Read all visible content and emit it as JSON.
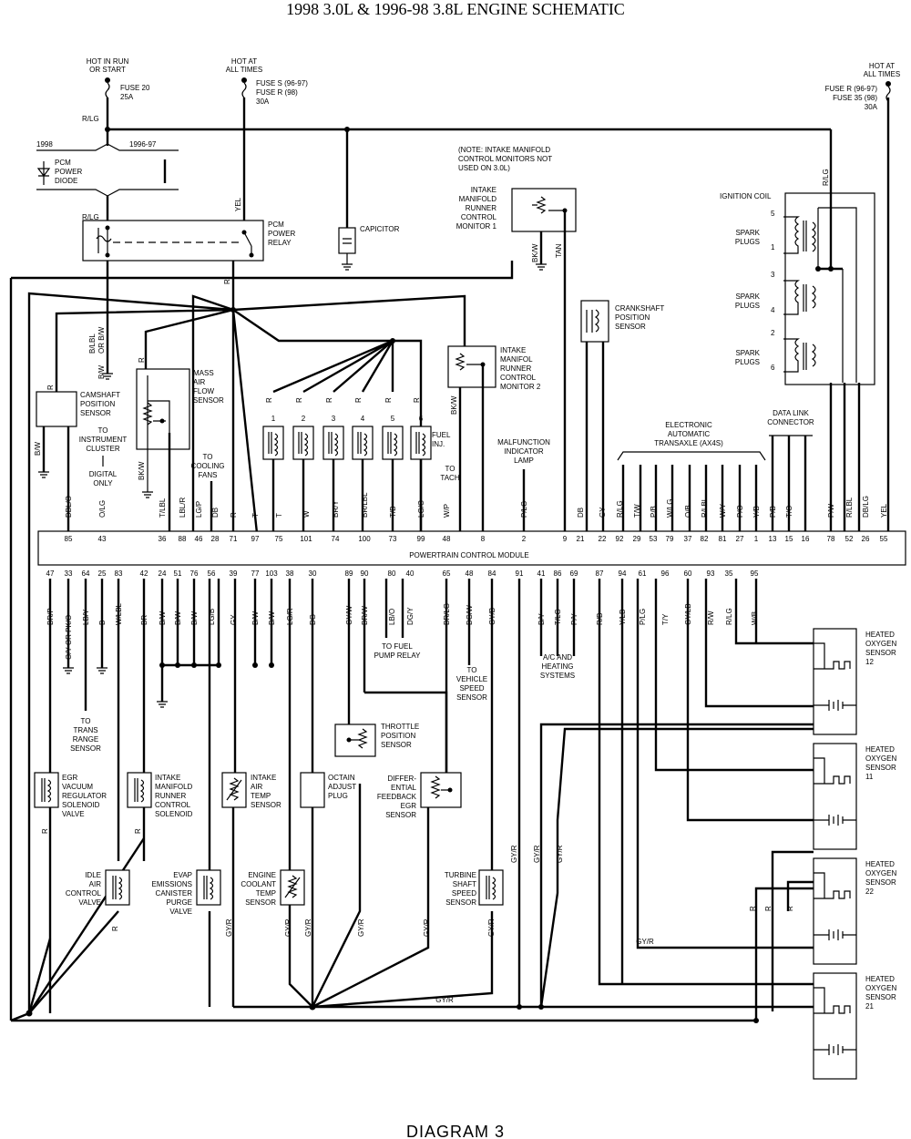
{
  "title": "1998 3.0L & 1996-98 3.8L  ENGINE SCHEMATIC",
  "footer": "DIAGRAM 3",
  "pcm_label": "POWERTRAIN CONTROL MODULE",
  "power": {
    "hot_run_start": [
      "HOT IN RUN",
      "OR START"
    ],
    "fuse20": [
      "FUSE 20",
      "25A"
    ],
    "hot_all_times_1": [
      "HOT AT",
      "ALL TIMES"
    ],
    "fuse_s": [
      "FUSE S (96-97)",
      "FUSE R (98)",
      "30A"
    ],
    "hot_all_times_2": [
      "HOT AT",
      "ALL TIMES"
    ],
    "fuse_r": [
      "FUSE R (96-97)",
      "FUSE 35 (98)",
      "30A"
    ],
    "rlg": "R/LG",
    "y1998": "1998",
    "y9697": "1996-97"
  },
  "top_components": {
    "pcm_diode": [
      "PCM",
      "POWER",
      "DIODE"
    ],
    "pcm_relay": [
      "PCM",
      "POWER",
      "RELAY"
    ],
    "capicitor": "CAPICITOR",
    "note": [
      "(NOTE: INTAKE MANIFOLD",
      "CONTROL MONITORS NOT",
      "USED ON 3.0L)"
    ],
    "imrc1": [
      "INTAKE",
      "MANIFOLD",
      "RUNNER",
      "CONTROL",
      "MONITOR 1"
    ],
    "ignition_coil": "IGNITION COIL",
    "spark_plugs": [
      "SPARK",
      "PLUGS"
    ],
    "cyl_numbers": [
      "5",
      "1",
      "3",
      "4",
      "2",
      "6"
    ],
    "yel": "YEL",
    "r": "R",
    "bkw": "BK/W",
    "tan": "TAN",
    "rlg_v": "R/LG"
  },
  "mid_components": {
    "camshaft": [
      "CAMSHAFT",
      "POSITION",
      "SENSOR"
    ],
    "cluster": [
      "TO",
      "INSTRUMENT",
      "CLUSTER"
    ],
    "digital": [
      "DIGITAL",
      "ONLY"
    ],
    "maf": [
      "MASS",
      "AIR",
      "FLOW",
      "SENSOR"
    ],
    "cooling_fans": [
      "TO",
      "COOLING",
      "FANS"
    ],
    "fuel_inj": [
      "FUEL",
      "INJ."
    ],
    "injector_numbers": [
      "1",
      "2",
      "3",
      "4",
      "5",
      "6"
    ],
    "imrc2": [
      "INTAKE",
      "MANIFOL",
      "RUNNER",
      "CONTROL",
      "MONITOR 2"
    ],
    "tach": [
      "TO",
      "TACH"
    ],
    "mil": [
      "MALFUNCTION",
      "INDICATOR",
      "LAMP"
    ],
    "crank": [
      "CRANKSHAFT",
      "POSITION",
      "SENSOR"
    ],
    "trans": [
      "ELECTRONIC",
      "AUTOMATIC",
      "TRANSAXLE (AX4S)"
    ],
    "dlc": [
      "DATA LINK",
      "CONNECTOR"
    ],
    "blbl": "B/LBL",
    "orbw": "OR B/W",
    "bw": "B/W"
  },
  "top_pins": [
    {
      "pin": "85",
      "wire": "DBL/O"
    },
    {
      "pin": "43",
      "wire": "O/LG"
    },
    {
      "pin": "36",
      "wire": "T/LBL"
    },
    {
      "pin": "88",
      "wire": "LBL/R"
    },
    {
      "pin": "46",
      "wire": "LG/P"
    },
    {
      "pin": "28",
      "wire": "DB"
    },
    {
      "pin": "71",
      "wire": "R"
    },
    {
      "pin": "97",
      "wire": "T"
    },
    {
      "pin": "75",
      "wire": "T"
    },
    {
      "pin": "101",
      "wire": "W"
    },
    {
      "pin": "74",
      "wire": "BR/Y"
    },
    {
      "pin": "100",
      "wire": "BR/LBL"
    },
    {
      "pin": "73",
      "wire": "T/B"
    },
    {
      "pin": "99",
      "wire": "LG/O"
    },
    {
      "pin": "48",
      "wire": "W/P"
    },
    {
      "pin": "8",
      "wire": ""
    },
    {
      "pin": "2",
      "wire": "P/LG"
    },
    {
      "pin": "9",
      "wire": ""
    },
    {
      "pin": "21",
      "wire": "DB"
    },
    {
      "pin": "22",
      "wire": "GY"
    },
    {
      "pin": "92",
      "wire": "R/LG"
    },
    {
      "pin": "29",
      "wire": "T/W"
    },
    {
      "pin": "53",
      "wire": "P/B"
    },
    {
      "pin": "79",
      "wire": "W/LG"
    },
    {
      "pin": "37",
      "wire": "O/B"
    },
    {
      "pin": "82",
      "wire": "R/LBL"
    },
    {
      "pin": "81",
      "wire": "W/Y"
    },
    {
      "pin": "27",
      "wire": "P/O"
    },
    {
      "pin": "1",
      "wire": "Y/B"
    },
    {
      "pin": "13",
      "wire": "P/B"
    },
    {
      "pin": "15",
      "wire": "T/O"
    },
    {
      "pin": "16",
      "wire": ""
    },
    {
      "pin": "78",
      "wire": "P/W"
    },
    {
      "pin": "52",
      "wire": "R/LBL"
    },
    {
      "pin": "26",
      "wire": "DB/LG"
    },
    {
      "pin": "55",
      "wire": "YEL"
    }
  ],
  "bottom_pins": [
    {
      "pin": "47",
      "wire": "BR/P"
    },
    {
      "pin": "33",
      "wire": "O/Y OR PK/O"
    },
    {
      "pin": "64",
      "wire": "LB/Y"
    },
    {
      "pin": "25",
      "wire": "B"
    },
    {
      "pin": "83",
      "wire": "W/LBL"
    },
    {
      "pin": "42",
      "wire": "BR"
    },
    {
      "pin": "24",
      "wire": "B/W"
    },
    {
      "pin": "51",
      "wire": "B/W"
    },
    {
      "pin": "76",
      "wire": "B/W"
    },
    {
      "pin": "56",
      "wire": "LG/B"
    },
    {
      "pin": "39",
      "wire": "GY"
    },
    {
      "pin": "77",
      "wire": "B/W"
    },
    {
      "pin": "103",
      "wire": "B/W"
    },
    {
      "pin": "38",
      "wire": "LG/R"
    },
    {
      "pin": "30",
      "wire": "DG"
    },
    {
      "pin": "89",
      "wire": "GY/W"
    },
    {
      "pin": "90",
      "wire": "BR/W"
    },
    {
      "pin": "80",
      "wire": "LB/O"
    },
    {
      "pin": "40",
      "wire": "DG/Y"
    },
    {
      "pin": "65",
      "wire": "BR/LG"
    },
    {
      "pin": "48",
      "wire": "DG/W"
    },
    {
      "pin": "84",
      "wire": "GY/B"
    },
    {
      "pin": "91",
      "wire": ""
    },
    {
      "pin": "41",
      "wire": "B/Y"
    },
    {
      "pin": "86",
      "wire": "T/LG"
    },
    {
      "pin": "69",
      "wire": "P/Y"
    },
    {
      "pin": "87",
      "wire": "R/B"
    },
    {
      "pin": "94",
      "wire": "Y/LB"
    },
    {
      "pin": "61",
      "wire": "P/LG"
    },
    {
      "pin": "96",
      "wire": "T/Y"
    },
    {
      "pin": "60",
      "wire": "GY/LB"
    },
    {
      "pin": "93",
      "wire": "R/W"
    },
    {
      "pin": "35",
      "wire": "R/LG"
    },
    {
      "pin": "95",
      "wire": "W/B"
    }
  ],
  "bottom_components": {
    "trs": [
      "TO",
      "TRANS",
      "RANGE",
      "SENSOR"
    ],
    "fuel_pump": [
      "TO FUEL",
      "PUMP RELAY"
    ],
    "vss": [
      "TO",
      "VEHICLE",
      "SPEED",
      "SENSOR"
    ],
    "ac": [
      "A/C AND",
      "HEATING",
      "SYSTEMS"
    ],
    "tps": [
      "THROTTLE",
      "POSITION",
      "SENSOR"
    ],
    "egr_vac": [
      "EGR",
      "VACUUM",
      "REGULATOR",
      "SOLENOID",
      "VALVE"
    ],
    "imrc_sol": [
      "INTAKE",
      "MANIFOLD",
      "RUNNER",
      "CONTROL",
      "SOLENOID"
    ],
    "iat": [
      "INTAKE",
      "AIR",
      "TEMP",
      "SENSOR"
    ],
    "octane": [
      "OCTAIN",
      "ADJUST",
      "PLUG"
    ],
    "dfegr": [
      "DIFFER-",
      "ENTIAL",
      "FEEDBACK",
      "EGR",
      "SENSOR"
    ],
    "iac": [
      "IDLE",
      "AIR",
      "CONTROL",
      "VALVE"
    ],
    "evap": [
      "EVAP",
      "EMISSIONS",
      "CANISTER",
      "PURGE",
      "VALVE"
    ],
    "ect": [
      "ENGINE",
      "COOLANT",
      "TEMP",
      "SENSOR"
    ],
    "tss": [
      "TURBINE",
      "SHAFT",
      "SPEED",
      "SENSOR"
    ],
    "ho2s_12": [
      "HEATED",
      "OXYGEN",
      "SENSOR",
      "12"
    ],
    "ho2s_11": [
      "HEATED",
      "OXYGEN",
      "SENSOR",
      "11"
    ],
    "ho2s_22": [
      "HEATED",
      "OXYGEN",
      "SENSOR",
      "22"
    ],
    "ho2s_21": [
      "HEATED",
      "OXYGEN",
      "SENSOR",
      "21"
    ],
    "r": "R",
    "gyr": "GY/R"
  }
}
